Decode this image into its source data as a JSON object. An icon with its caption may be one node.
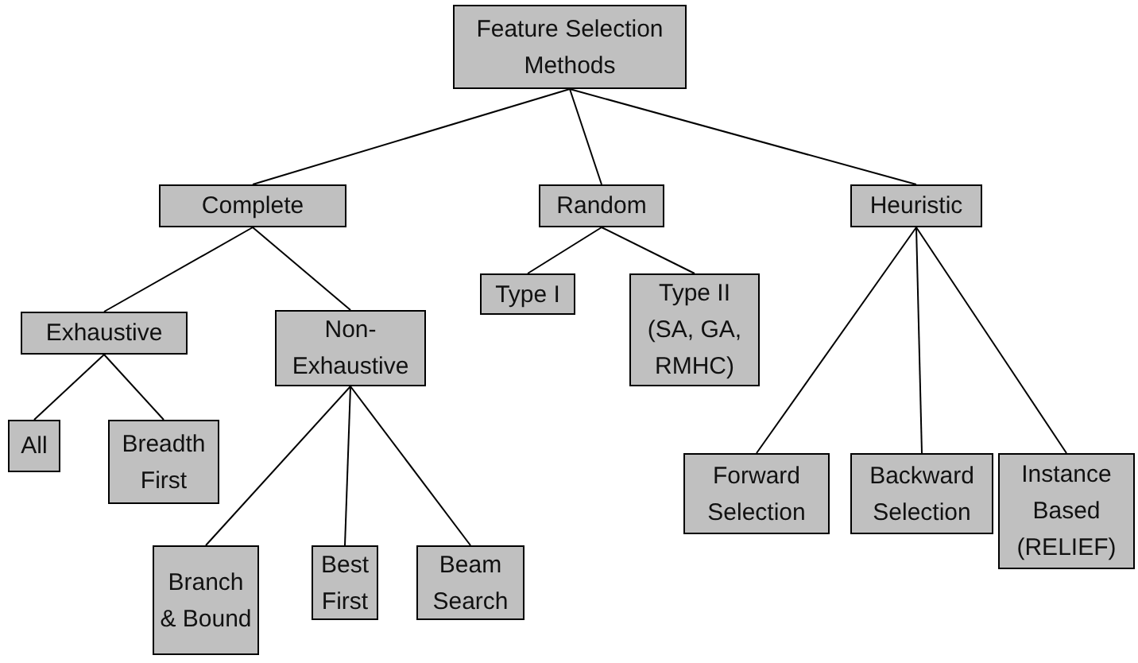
{
  "diagram": {
    "nodes": [
      {
        "text": [
          "Feature Selection Methods"
        ]
      },
      {
        "text": [
          "Complete"
        ]
      },
      {
        "text": [
          "Random"
        ]
      },
      {
        "text": [
          "Heuristic"
        ]
      },
      {
        "text": [
          "Exhaustive"
        ]
      },
      {
        "text": [
          "Non-Exhaustive"
        ]
      },
      {
        "text": [
          "Type I"
        ]
      },
      {
        "text": [
          "Type II (SA, GA, RMHC)"
        ]
      },
      {
        "text": [
          "All"
        ]
      },
      {
        "text": [
          "Breadth First"
        ]
      },
      {
        "text": [
          "Branch & Bound"
        ]
      },
      {
        "text": [
          "Best First"
        ]
      },
      {
        "text": [
          "Beam Search"
        ]
      },
      {
        "text": [
          "Forward Selection"
        ]
      },
      {
        "text": [
          "Backward Selection"
        ]
      },
      {
        "text": [
          "Instance Based (RELIEF)"
        ]
      }
    ],
    "edges": [
      {
        "from": 0,
        "to": 1,
        "arrow": "none"
      },
      {
        "from": 0,
        "to": 2,
        "arrow": "none"
      },
      {
        "from": 0,
        "to": 3,
        "arrow": "none"
      },
      {
        "from": 1,
        "to": 4,
        "arrow": "none"
      },
      {
        "from": 1,
        "to": 5,
        "arrow": "none"
      },
      {
        "from": 2,
        "to": 6,
        "arrow": "none"
      },
      {
        "from": 2,
        "to": 7,
        "arrow": "none"
      },
      {
        "from": 4,
        "to": 8,
        "arrow": "none"
      },
      {
        "from": 4,
        "to": 9,
        "arrow": "none"
      },
      {
        "from": 5,
        "to": 10,
        "arrow": "none"
      },
      {
        "from": 5,
        "to": 11,
        "arrow": "none"
      },
      {
        "from": 5,
        "to": 12,
        "arrow": "none"
      },
      {
        "from": 3,
        "to": 13,
        "arrow": "none"
      },
      {
        "from": 3,
        "to": 14,
        "arrow": "none"
      },
      {
        "from": 3,
        "to": 15,
        "arrow": "none"
      }
    ]
  }
}
